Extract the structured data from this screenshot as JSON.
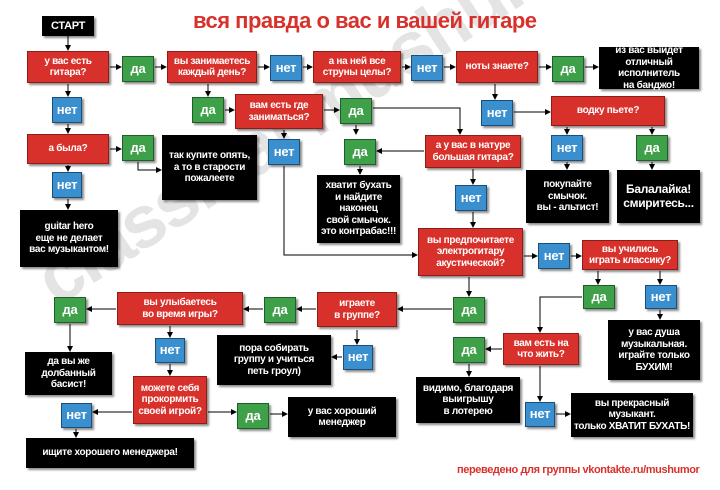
{
  "title": "вся правда о вас и вашей гитаре",
  "footer": "переведено для группы vkontakte.ru/mushumor",
  "watermark": "classical mushumor",
  "colors": {
    "question": "#d8312b",
    "yes": "#3fa04a",
    "no": "#3a8fce",
    "answer": "#000000",
    "title": "#d8312b"
  },
  "nodes": [
    {
      "id": "start",
      "kind": "ans",
      "text": "СТАРТ"
    },
    {
      "id": "q-have-guitar",
      "kind": "q",
      "text": "у вас есть\nгитара?"
    },
    {
      "id": "yes-have-guitar",
      "kind": "yes",
      "text": "да"
    },
    {
      "id": "q-practice-daily",
      "kind": "q",
      "text": "вы занимаетесь\nкаждый день?"
    },
    {
      "id": "no-practice-daily",
      "kind": "no",
      "text": "нет"
    },
    {
      "id": "q-all-strings",
      "kind": "q",
      "text": "а на ней все\nструны целы?"
    },
    {
      "id": "no-all-strings",
      "kind": "no",
      "text": "нет"
    },
    {
      "id": "q-read-notes",
      "kind": "q",
      "text": "ноты знаете?"
    },
    {
      "id": "yes-read-notes",
      "kind": "yes",
      "text": "да"
    },
    {
      "id": "a-banjo",
      "kind": "ans",
      "text": "из вас выйдет\nотличный исполнитель\nна банджо!"
    },
    {
      "id": "no-have-guitar",
      "kind": "no",
      "text": "нет"
    },
    {
      "id": "q-had-one",
      "kind": "q",
      "text": "а была?"
    },
    {
      "id": "yes-had-one",
      "kind": "yes",
      "text": "да"
    },
    {
      "id": "a-buy-again",
      "kind": "ans",
      "text": "так купите опять,\nа то в старости\nпожалеете"
    },
    {
      "id": "no-had-one",
      "kind": "no",
      "text": "нет"
    },
    {
      "id": "a-guitar-hero",
      "kind": "ans",
      "text": "guitar hero\nеще не делает\nвас музыкантом!"
    },
    {
      "id": "yes-practice-daily",
      "kind": "yes",
      "text": "да"
    },
    {
      "id": "q-place-to-practice",
      "kind": "q",
      "text": "вам есть где\nзаниматься?"
    },
    {
      "id": "yes-place-to-practice",
      "kind": "yes",
      "text": "да"
    },
    {
      "id": "no-place-to-practice",
      "kind": "no",
      "text": "нет"
    },
    {
      "id": "no-read-notes",
      "kind": "no",
      "text": "нет"
    },
    {
      "id": "q-vodka",
      "kind": "q",
      "text": "водку пьете?"
    },
    {
      "id": "q-big-guitar",
      "kind": "q",
      "text": "а у вас в натуре\nбольшая гитара?"
    },
    {
      "id": "yes-big-guitar",
      "kind": "yes",
      "text": "да"
    },
    {
      "id": "no-vodka",
      "kind": "no",
      "text": "нет"
    },
    {
      "id": "yes-vodka",
      "kind": "yes",
      "text": "да"
    },
    {
      "id": "a-contrabass",
      "kind": "ans",
      "text": "хватит бухать\nи найдите\nнаконец\nсвой смычок.\nэто контрабас!!!"
    },
    {
      "id": "no-big-guitar",
      "kind": "no",
      "text": "нет"
    },
    {
      "id": "a-violist",
      "kind": "ans",
      "text": "покупайте\nсмычок.\nвы - альтист!"
    },
    {
      "id": "a-balalaika",
      "kind": "ans",
      "text": "Балалайка!\nсмиритесь..."
    },
    {
      "id": "q-electric",
      "kind": "q",
      "text": "вы предпочитаете\nэлектрогитару\nакустической?"
    },
    {
      "id": "no-electric",
      "kind": "no",
      "text": "нет"
    },
    {
      "id": "q-classical",
      "kind": "q",
      "text": "вы учились\nиграть классику?"
    },
    {
      "id": "yes-classical",
      "kind": "yes",
      "text": "да"
    },
    {
      "id": "no-classical",
      "kind": "no",
      "text": "нет"
    },
    {
      "id": "q-smile",
      "kind": "q",
      "text": "вы улыбаетесь\nво время игры?"
    },
    {
      "id": "yes-smile",
      "kind": "yes",
      "text": "да"
    },
    {
      "id": "yes-band",
      "kind": "yes",
      "text": "да"
    },
    {
      "id": "q-band",
      "kind": "q",
      "text": "играете\nв группе?"
    },
    {
      "id": "yes-electric",
      "kind": "yes",
      "text": "да"
    },
    {
      "id": "a-bukhim",
      "kind": "ans",
      "text": "у вас душа\nмузыкальная.\nиграйте только\nБУХИМ!"
    },
    {
      "id": "q-living",
      "kind": "q",
      "text": "вам есть на\nчто жить?"
    },
    {
      "id": "yes-living",
      "kind": "yes",
      "text": "да"
    },
    {
      "id": "no-smile",
      "kind": "no",
      "text": "нет"
    },
    {
      "id": "a-growl",
      "kind": "ans",
      "text": "пора собирать\nгруппу и учиться\nпеть гроул)"
    },
    {
      "id": "no-band",
      "kind": "no",
      "text": "нет"
    },
    {
      "id": "a-bassist",
      "kind": "ans",
      "text": "да вы же\nдолбанный\nбасист!"
    },
    {
      "id": "q-feed",
      "kind": "q",
      "text": "можете себя\nпрокормить\nсвоей игрой?"
    },
    {
      "id": "no-feed",
      "kind": "no",
      "text": "нет"
    },
    {
      "id": "yes-feed",
      "kind": "yes",
      "text": "да"
    },
    {
      "id": "a-good-manager",
      "kind": "ans",
      "text": "у вас хороший\nменеджер"
    },
    {
      "id": "a-lottery",
      "kind": "ans",
      "text": "видимо, благодаря\nвыигрышу\nв лотерею"
    },
    {
      "id": "no-living",
      "kind": "no",
      "text": "нет"
    },
    {
      "id": "a-great-musician",
      "kind": "ans",
      "text": "вы прекрасный\nмузыкант.\nтолько ХВАТИТ БУХАТЬ!"
    },
    {
      "id": "a-find-manager",
      "kind": "ans",
      "text": "ищите хорошего менеджера!"
    }
  ]
}
